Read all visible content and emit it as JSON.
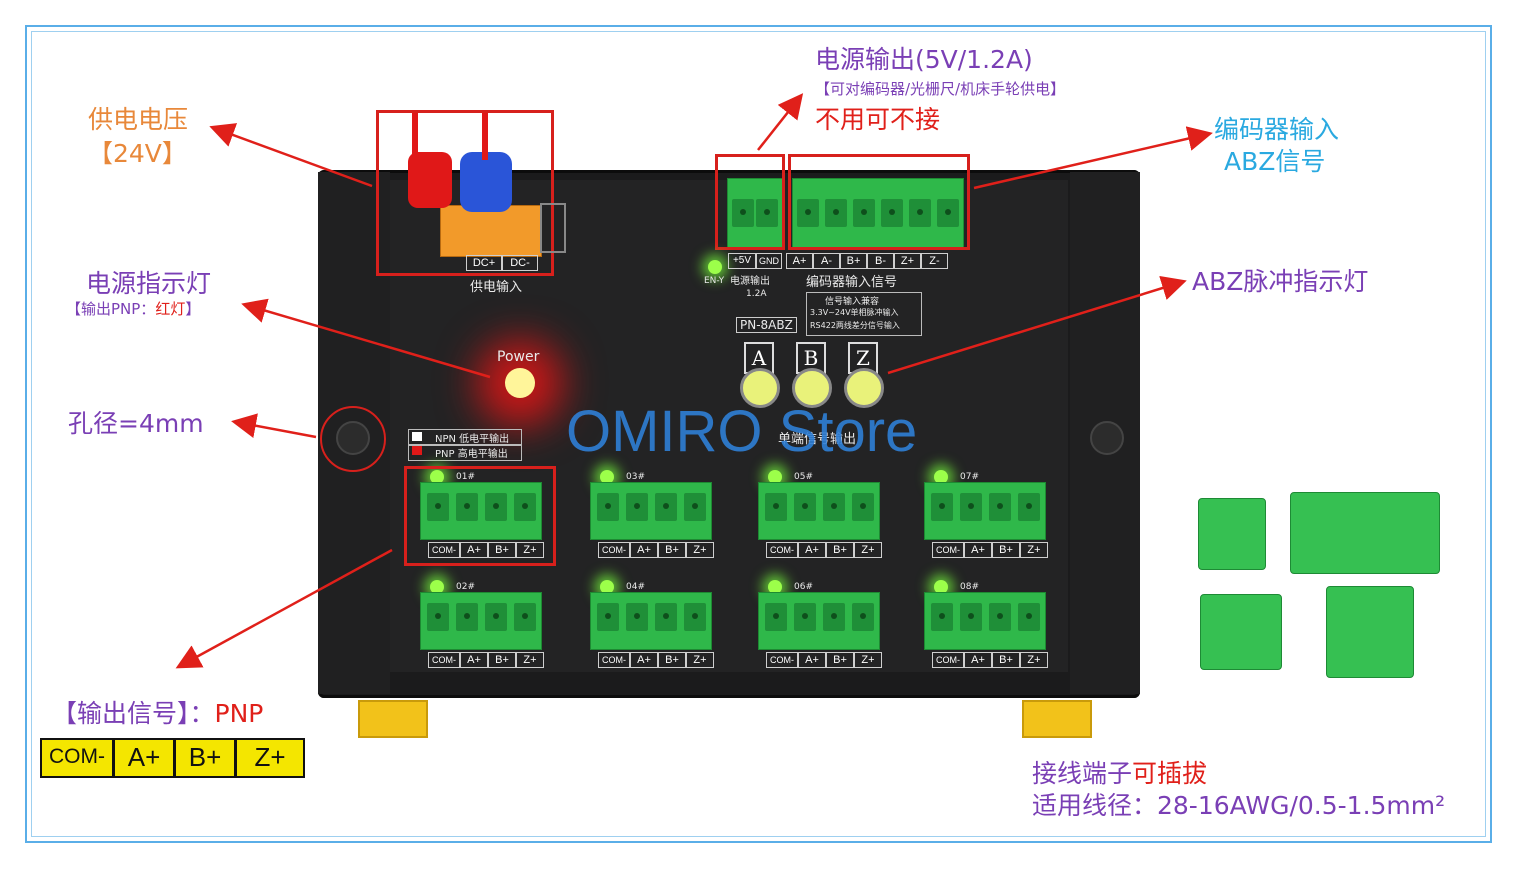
{
  "annotations": {
    "supply_voltage_title": "供电电压",
    "supply_voltage_value": "【24V】",
    "power_output_title": "电源输出(5V/1.2A)",
    "power_output_note": "【可对编码器/光栅尺/机床手轮供电】",
    "power_output_optional": "不用可不接",
    "encoder_input_title": "编码器输入",
    "encoder_input_sub": "ABZ信号",
    "power_indicator_title": "电源指示灯",
    "power_indicator_note_prefix": "【输出PNP：",
    "power_indicator_note_red": "红灯",
    "power_indicator_note_suffix": "】",
    "abz_indicator": "ABZ脉冲指示灯",
    "hole_diameter": "孔径=4mm",
    "output_signal_label": "【输出信号】：",
    "output_signal_value": "PNP",
    "terminal_pluggable_prefix": "接线端子",
    "terminal_pluggable_red": "可插拔",
    "wire_gauge": "适用线径：28-16AWG/0.5-1.5mm²"
  },
  "output_legend": [
    "COM-",
    "A+",
    "B+",
    "Z+"
  ],
  "device": {
    "dc_plus": "DC+",
    "dc_minus": "DC-",
    "supply_input_label": "供电输入",
    "plus5v": "+5V",
    "gnd": "GND",
    "power_out_label": "电源输出",
    "power_out_current": "1.2A",
    "en_label": "EN-Y",
    "encoder_pins": [
      "A+",
      "A-",
      "B+",
      "B-",
      "Z+",
      "Z-"
    ],
    "encoder_input_signal_label": "编码器输入信号",
    "signal_input_header": "信号输入兼容",
    "signal_input_line1": "3.3V~24V单相脉冲输入",
    "signal_input_line2": "RS422两线差分信号输入",
    "model": "PN-8ABZ",
    "abz": [
      "A",
      "B",
      "Z"
    ],
    "power_text": "Power",
    "single_end_output": "单端信号输出",
    "npn_legend": "NPN 低电平输出",
    "pnp_legend": "PNP 高电平输出",
    "channel_ids": [
      "01#",
      "03#",
      "05#",
      "07#",
      "02#",
      "04#",
      "06#",
      "08#"
    ],
    "channel_pins": [
      "COM-",
      "A+",
      "B+",
      "Z+"
    ]
  },
  "watermark": "OMIRO Store",
  "colors": {
    "frame": "#5aaee8",
    "annotation_red": "#e0201a",
    "annotation_purple": "#7a3fb5",
    "annotation_orange": "#e8883a",
    "annotation_blue": "#2aa9e0",
    "terminal_green": "#2fb84a",
    "legend_yellow": "#f4e600"
  }
}
